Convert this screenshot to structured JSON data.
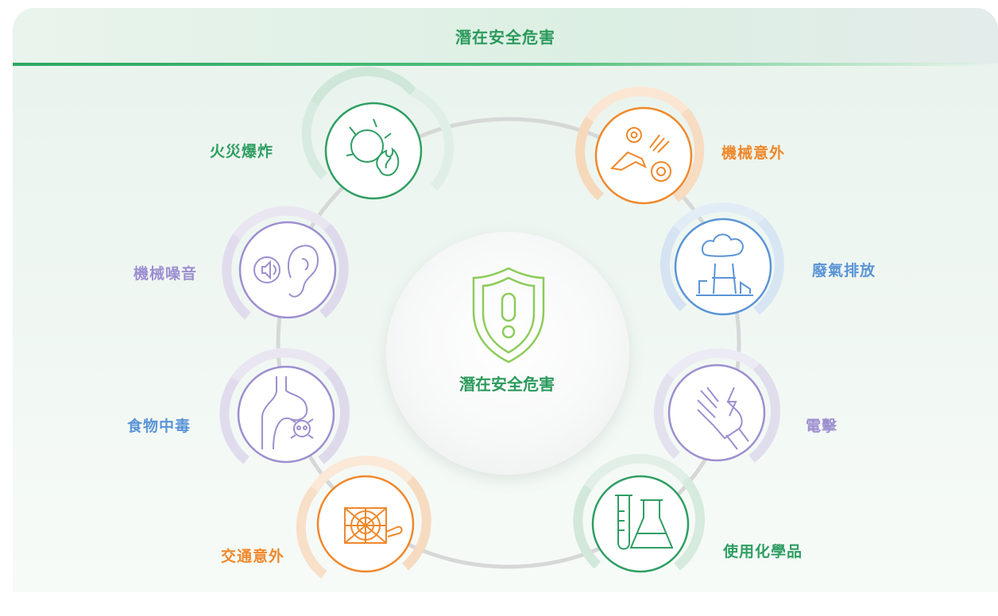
{
  "header": {
    "title": "潛在安全危害"
  },
  "center": {
    "title": "潛在安全危害"
  },
  "colors": {
    "green": "#2f9e62",
    "orange": "#f0882a",
    "blue": "#5a94d6",
    "purple": "#9d8fd0",
    "center_icon": "#8ccc5a"
  },
  "hazards": [
    {
      "label": "火災爆炸",
      "icon": "fire-explosion-icon",
      "color": "green"
    },
    {
      "label": "機械意外",
      "icon": "machinery-accident-icon",
      "color": "orange"
    },
    {
      "label": "機械噪音",
      "icon": "machinery-noise-icon",
      "color": "purple"
    },
    {
      "label": "廢氣排放",
      "icon": "exhaust-emission-icon",
      "color": "blue"
    },
    {
      "label": "食物中毒",
      "icon": "food-poisoning-icon",
      "color": "blue"
    },
    {
      "label": "電擊",
      "icon": "electric-shock-icon",
      "color": "purple"
    },
    {
      "label": "交通意外",
      "icon": "traffic-accident-icon",
      "color": "orange"
    },
    {
      "label": "使用化學品",
      "icon": "chemicals-icon",
      "color": "green"
    }
  ]
}
